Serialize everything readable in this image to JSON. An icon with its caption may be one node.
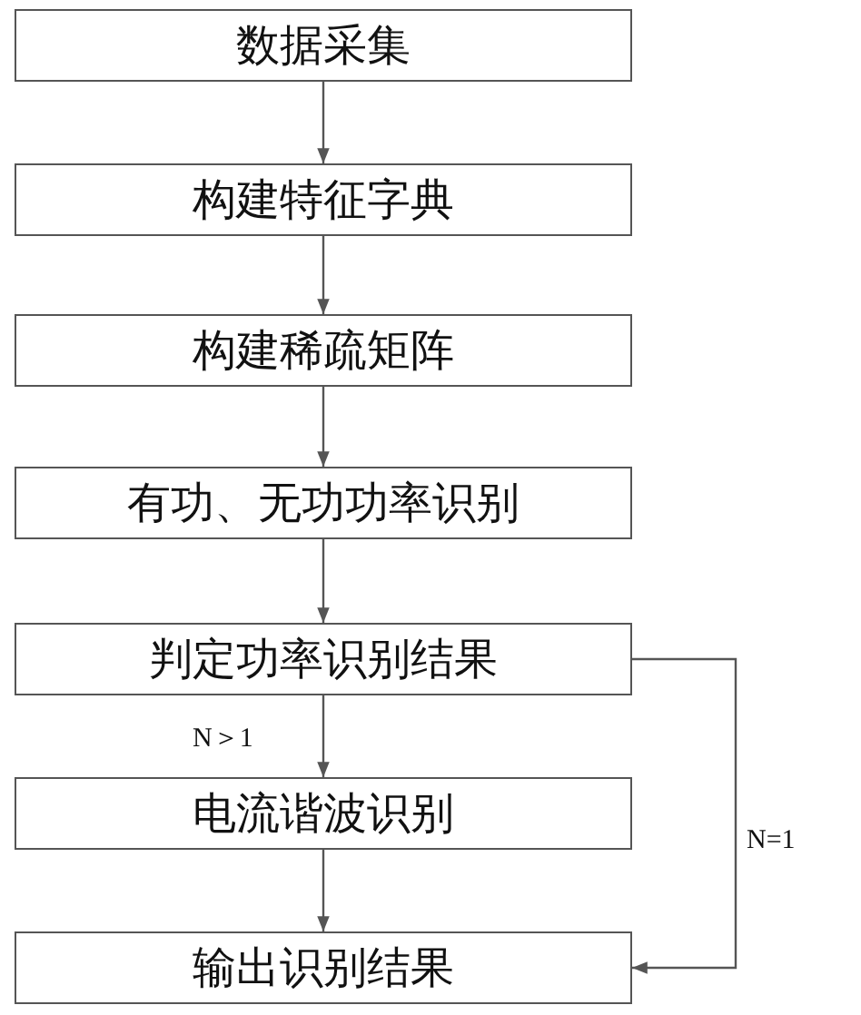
{
  "diagram": {
    "nodes": [
      {
        "text": [
          "数据采集"
        ]
      },
      {
        "text": [
          "构建特征字典"
        ]
      },
      {
        "text": [
          "构建稀疏矩阵"
        ]
      },
      {
        "text": [
          "有功、无功功率识别"
        ]
      },
      {
        "text": [
          "判定功率识别结果"
        ]
      },
      {
        "text": [
          "电流谐波识别"
        ]
      },
      {
        "text": [
          "输出识别结果"
        ]
      }
    ],
    "edges": [
      {
        "from": 0,
        "to": 1,
        "arrow": "to"
      },
      {
        "from": 1,
        "to": 2,
        "arrow": "to"
      },
      {
        "from": 2,
        "to": 3,
        "arrow": "to"
      },
      {
        "from": 3,
        "to": 4,
        "arrow": "to"
      },
      {
        "from": 4,
        "to": 5,
        "arrow": "to",
        "label": "N＞1"
      },
      {
        "from": 5,
        "to": 6,
        "arrow": "to"
      },
      {
        "from": 4,
        "to": 6,
        "arrow": "to",
        "label": "N=1"
      }
    ]
  }
}
